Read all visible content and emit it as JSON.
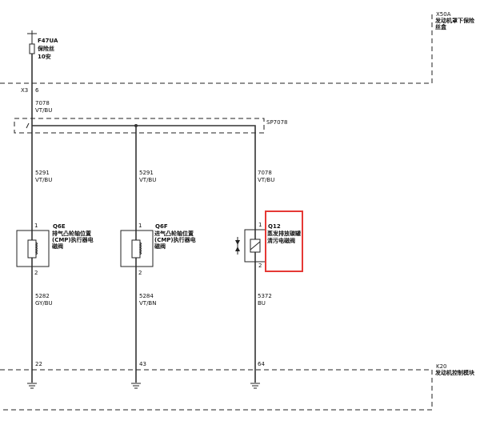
{
  "modules": {
    "fuse_box": {
      "id": "X50A",
      "name": "发动机罩下保险丝盒"
    },
    "ecm": {
      "id": "K20",
      "name": "发动机控制模块"
    }
  },
  "fuse": {
    "id": "F47UA",
    "name": "保险丝",
    "rating": "10安"
  },
  "connector": {
    "id": "X3",
    "pin": "6"
  },
  "supply": {
    "circuit": "7078",
    "color": "VT/BU"
  },
  "splice": {
    "id": "SP7078"
  },
  "branches": [
    {
      "upper_circuit": "5291",
      "upper_color": "VT/BU",
      "component_id": "Q6E",
      "component_name": "排气凸轮轴位置(CMP)执行器电磁阀",
      "pin_top": "1",
      "pin_bottom": "2",
      "lower_circuit": "5282",
      "lower_color": "GY/BU",
      "ecm_pin": "22"
    },
    {
      "upper_circuit": "5291",
      "upper_color": "VT/BU",
      "component_id": "Q6F",
      "component_name": "进气凸轮轴位置(CMP)执行器电磁阀",
      "pin_top": "1",
      "pin_bottom": "2",
      "lower_circuit": "5284",
      "lower_color": "VT/BN",
      "ecm_pin": "43"
    },
    {
      "upper_circuit": "7078",
      "upper_color": "VT/BU",
      "component_id": "Q12",
      "component_name": "蒸发排放碳罐清污电磁阀",
      "pin_top": "1",
      "pin_bottom": "2",
      "lower_circuit": "5372",
      "lower_color": "BU",
      "ecm_pin": "64"
    }
  ],
  "colors": {
    "highlight": "#e53935",
    "wire": "#333333"
  }
}
